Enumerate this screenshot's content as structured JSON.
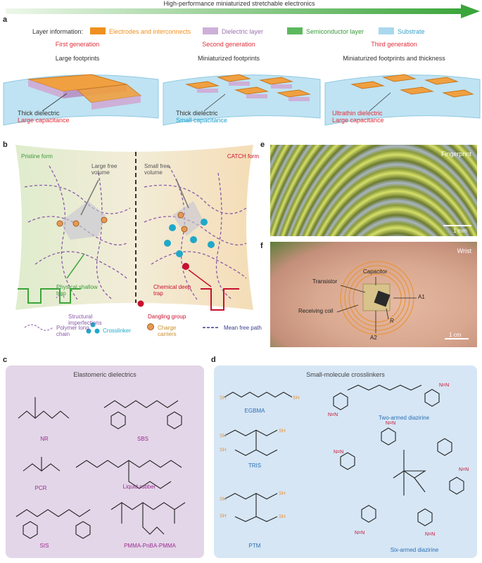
{
  "header": {
    "arrow_title": "High-performance miniaturized stretchable electronics"
  },
  "panel_a": {
    "label": "a",
    "legend_title": "Layer information:",
    "legend": [
      {
        "name": "Electrodes and interconnects",
        "color": "#f0901e"
      },
      {
        "name": "Dielectric layer",
        "color": "#cdb0d8"
      },
      {
        "name": "Semiconductor layer",
        "color": "#5cb85c"
      },
      {
        "name": "Substrate",
        "color": "#a9d8ee"
      }
    ],
    "generations": [
      {
        "gen": "First generation",
        "footprint": "Large footprints",
        "dielectric": "Thick dielectric",
        "capacitance": "Large capacitance",
        "cap_color": "#e0303a"
      },
      {
        "gen": "Second generation",
        "footprint": "Miniaturized footprints",
        "dielectric": "Thick dielectric",
        "capacitance": "Small capacitance",
        "cap_color": "#1aa0d0"
      },
      {
        "gen": "Third generation",
        "footprint": "Miniaturized footprints and thickness",
        "dielectric": "Ultrathin dielectric",
        "capacitance": "Large capacitance",
        "cap_color": "#e0303a"
      }
    ]
  },
  "panel_b": {
    "label": "b",
    "pristine": "Pristine form",
    "catch": "CATCH form",
    "large_fv": "Large free volume",
    "small_fv": "Small free volume",
    "physical": "Physical shallow trap",
    "chemical": "Chemical deep trap",
    "structural": "Structural imperfections",
    "dangling": "Dangling group",
    "polymer": "Polymer long chain",
    "crosslinker": "Crosslinker",
    "carriers": "Charge carriers",
    "mfp": "Mean free path"
  },
  "panel_c": {
    "label": "c",
    "title": "Elastomeric dielectrics",
    "molecules": [
      "NR",
      "SBS",
      "PCR",
      "Liquid rubber",
      "SIS",
      "PMMA-PnBA-PMMA"
    ]
  },
  "panel_d": {
    "label": "d",
    "title": "Small-molecule crosslinkers",
    "molecules": [
      "EGBMA",
      "Two-armed diazirine",
      "TRIS",
      "PTM",
      "Six-armed diazirine"
    ]
  },
  "panel_e": {
    "label": "e",
    "caption": "Fingerprint",
    "scale": "1 mm"
  },
  "panel_f": {
    "label": "f",
    "caption": "Wrist",
    "capacitor": "Capacitor",
    "transistor": "Transistor",
    "receiving_coil": "Receiving coil",
    "a1": "A1",
    "a2": "A2",
    "r": "R",
    "scale": "1 cm"
  }
}
